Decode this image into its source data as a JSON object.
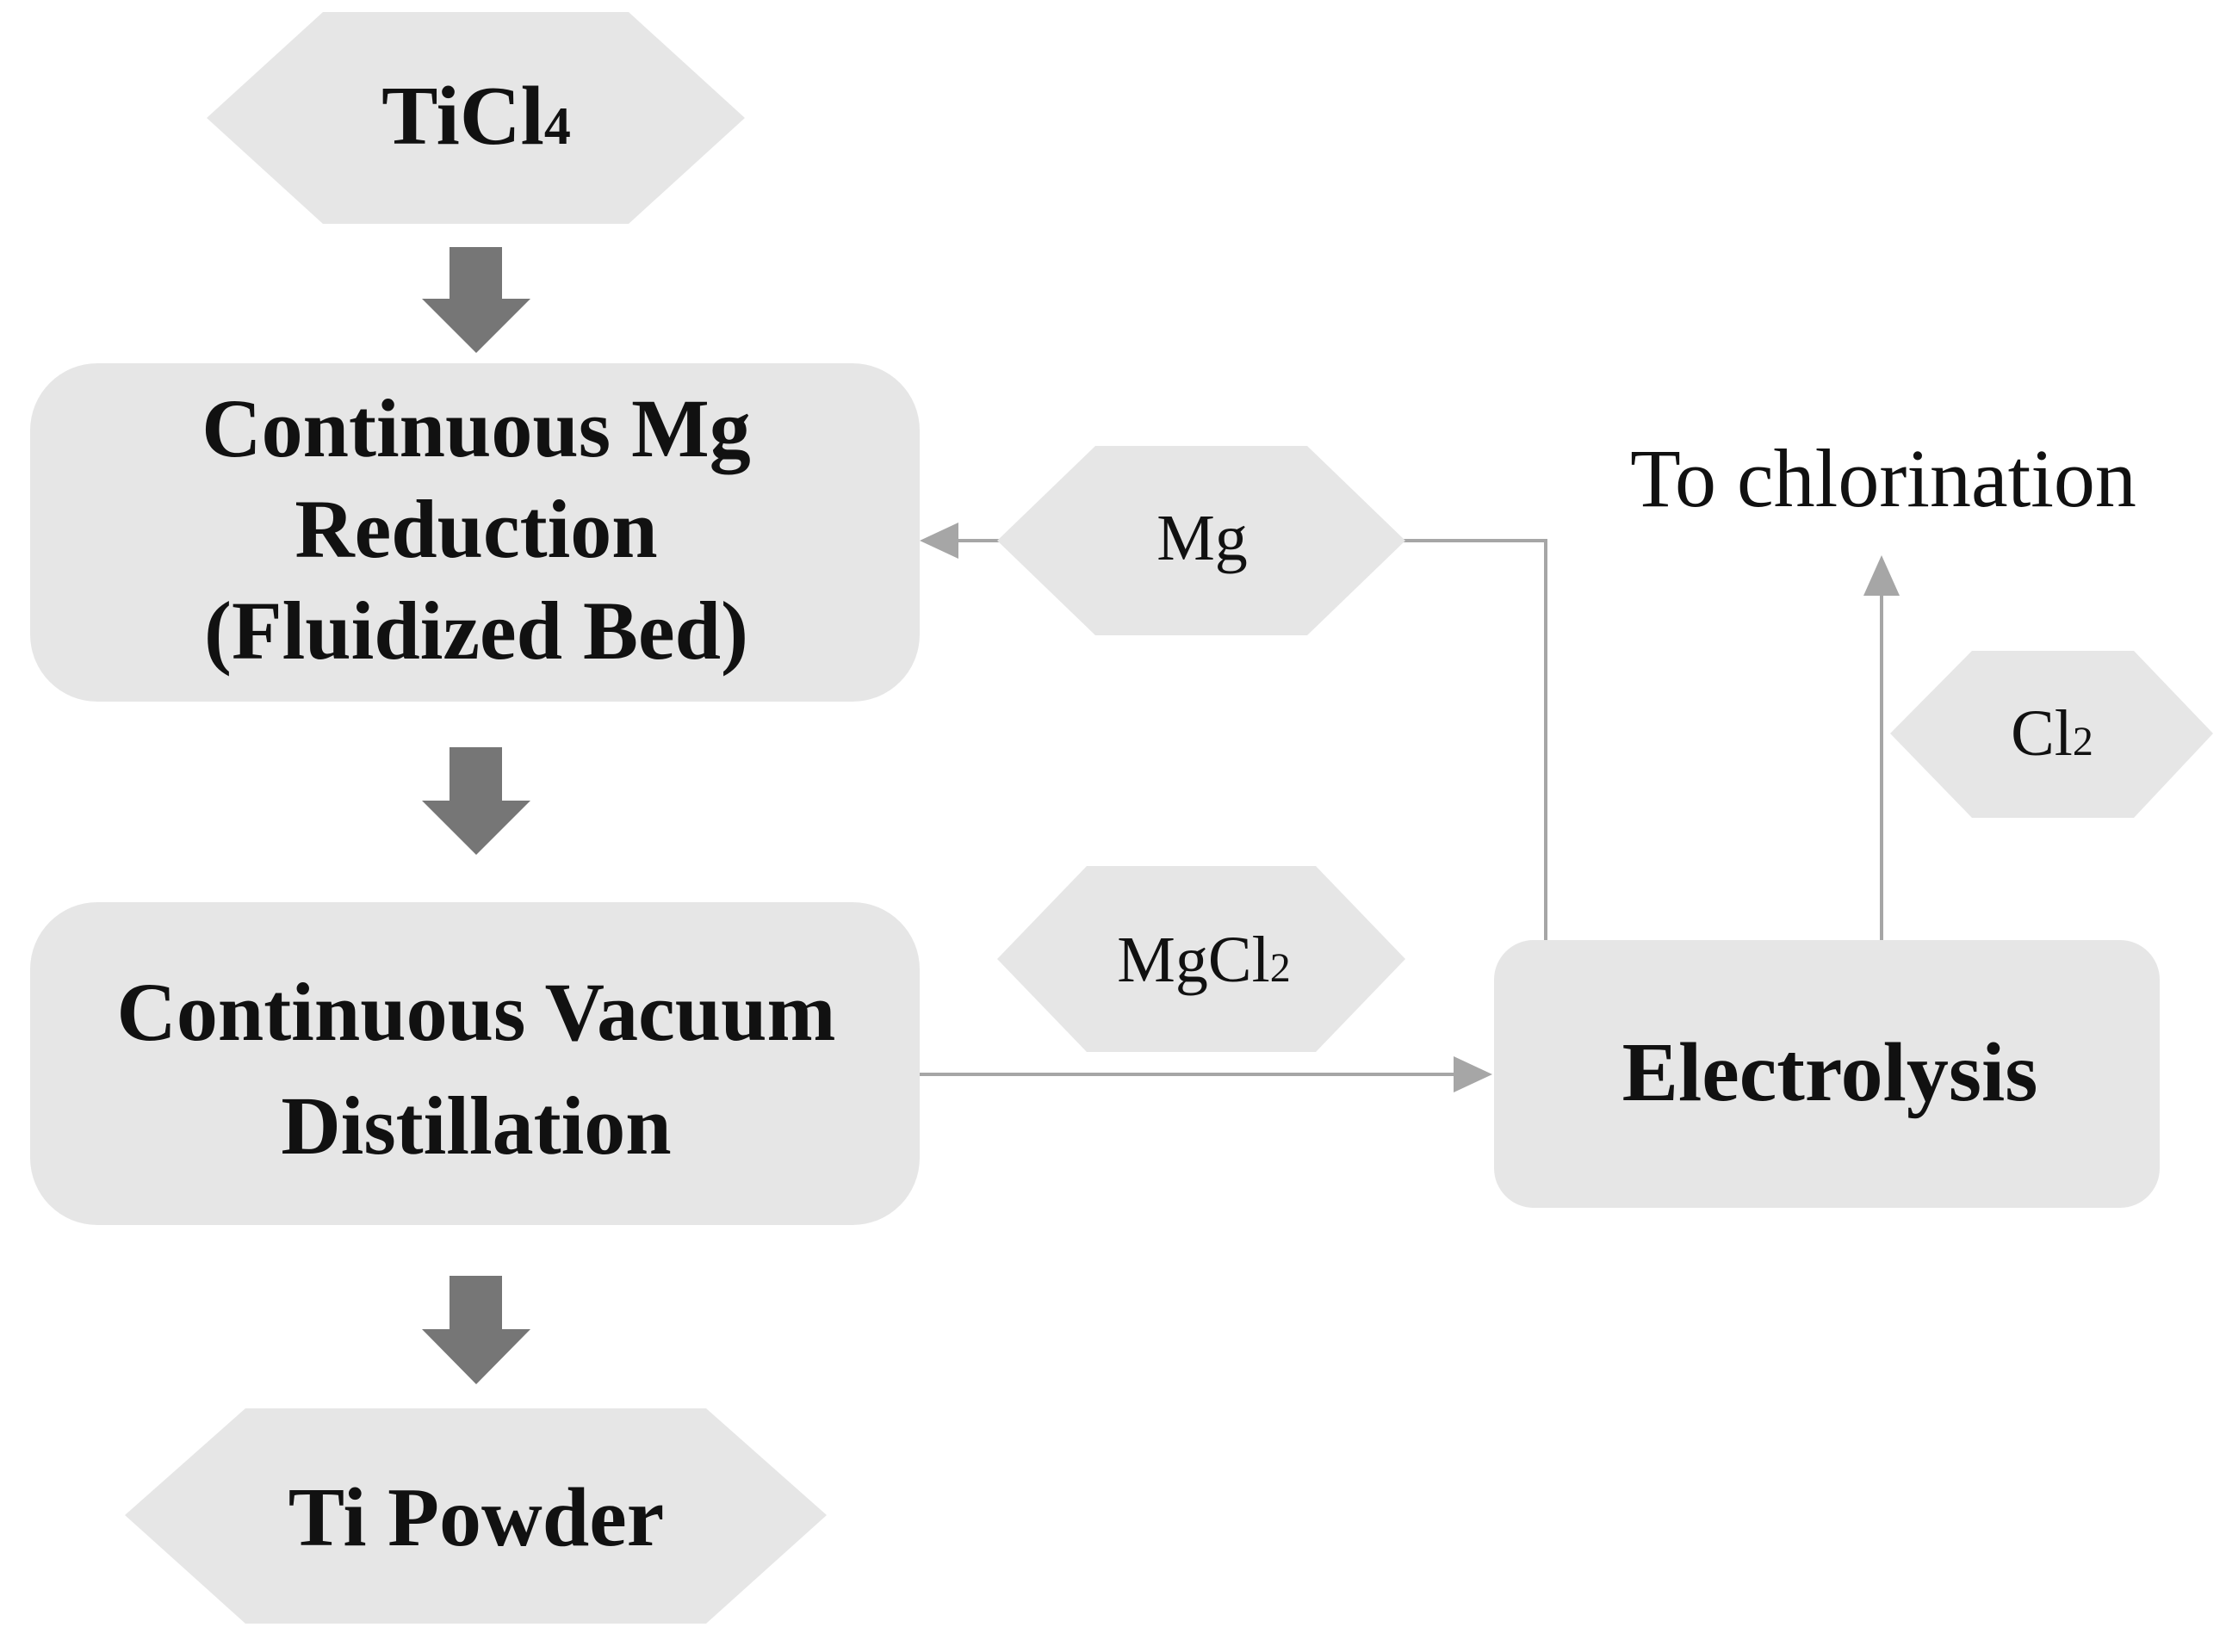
{
  "nodes": {
    "ticl4": {
      "main": "TiCl",
      "sub": "4"
    },
    "mg_reduction": {
      "line1": "Continuous Mg",
      "line2": "Reduction",
      "line3": "(Fluidized Bed)"
    },
    "vacuum_distillation": {
      "line1": "Continuous Vacuum",
      "line2": "Distillation"
    },
    "ti_powder": {
      "text": "Ti Powder"
    },
    "electrolysis": {
      "text": "Electrolysis"
    },
    "mg": {
      "text": "Mg"
    },
    "mgcl2": {
      "main": "MgCl",
      "sub": "2"
    },
    "cl2": {
      "main": "Cl",
      "sub": "2"
    },
    "to_chlorination": {
      "text": "To chlorination"
    }
  },
  "colors": {
    "box_fill": "#e6e6e6",
    "main_arrow": "#767676",
    "flow_line": "#a6a6a6",
    "text": "#111111"
  }
}
